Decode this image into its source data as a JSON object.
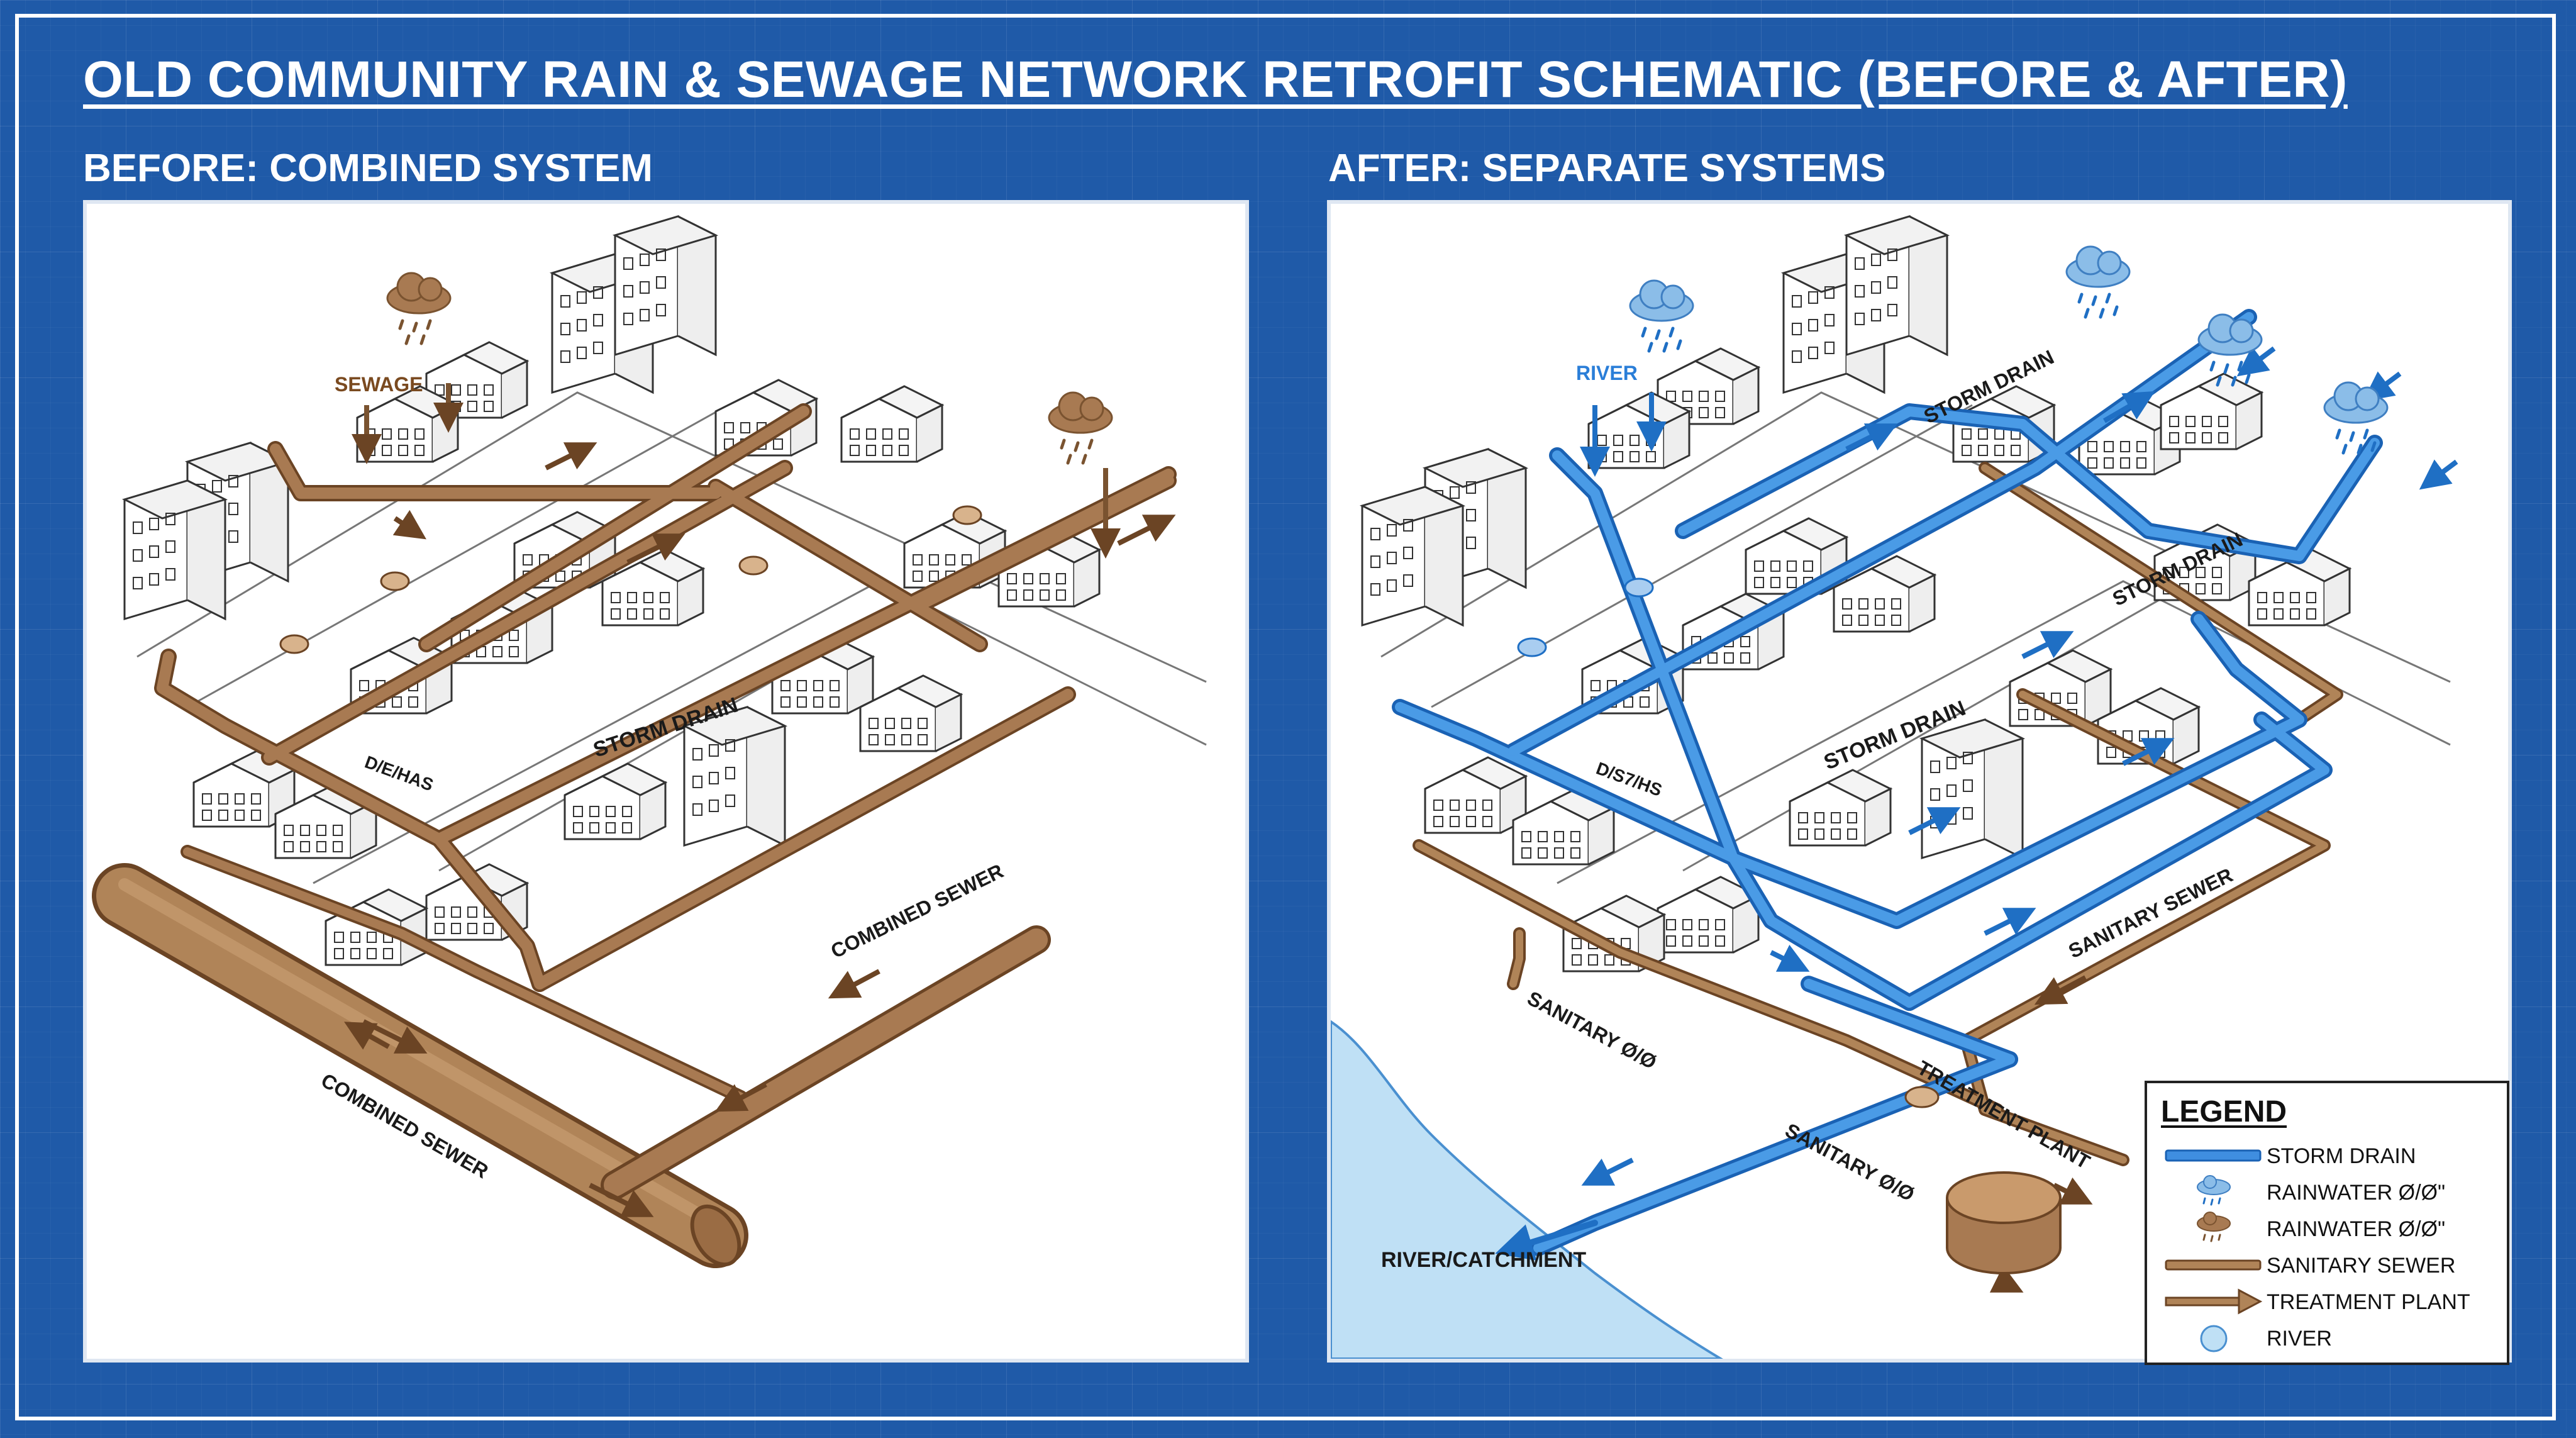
{
  "title": "OLD COMMUNITY RAIN & SEWAGE NETWORK RETROFIT SCHEMATIC (BEFORE & AFTER)",
  "before": {
    "heading": "BEFORE: COMBINED SYSTEM",
    "labels": {
      "sewage": "SEWAGE",
      "storm_drain": "STORM DRAIN",
      "mirrored_text": "D/E/HAS",
      "combined_sewer_right": "COMBINED SEWER",
      "combined_sewer_bottom": "COMBINED SEWER"
    }
  },
  "after": {
    "heading": "AFTER: SEPARATE SYSTEMS",
    "labels": {
      "river": "RIVER",
      "storm_drain_top": "STORM DRAIN",
      "storm_drain_right": "STORM DRAIN",
      "storm_drain_center": "STORM DRAIN",
      "mirrored_text": "D/S7/HS",
      "sanitary_sewer": "SANITARY SEWER",
      "sanitary_left": "SANITARY Ø/Ø",
      "sanitary_bottom": "SANITARY Ø/Ø",
      "treatment_plant": "TREATMENT PLANT",
      "river_catchment": "RIVER/CATCHMENT"
    }
  },
  "legend": {
    "title": "LEGEND",
    "items": [
      {
        "label": "STORM DRAIN",
        "symbol": "blue-pipe-line"
      },
      {
        "label": "RAINWATER Ø/Ø\"",
        "symbol": "blue-rain-cloud-icon"
      },
      {
        "label": "RAINWATER Ø/Ø\"",
        "symbol": "brown-rain-cloud-icon"
      },
      {
        "label": "SANITARY SEWER",
        "symbol": "brown-pipe-line"
      },
      {
        "label": "TREATMENT PLANT",
        "symbol": "brown-arrow-icon"
      },
      {
        "label": "RIVER",
        "symbol": "light-blue-circle-icon"
      }
    ]
  },
  "colors": {
    "background": "#1f5aa8",
    "storm_blue": "#2a7ed8",
    "sewer_brown": "#a87a52",
    "river_light_blue": "#bfe0f5",
    "cloud_brown": "#a87a52",
    "cloud_blue": "#8bbde8"
  }
}
